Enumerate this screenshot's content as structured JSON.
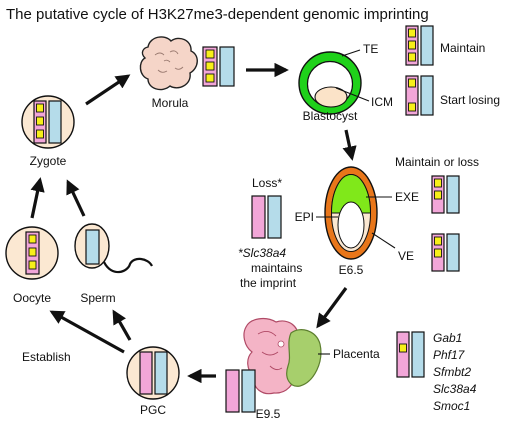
{
  "title": "The putative cycle of H3K27me3-dependent genomic imprinting",
  "stages": {
    "morula": "Morula",
    "blastocyst": "Blastocyst",
    "zygote": "Zygote",
    "oocyte": "Oocyte",
    "sperm": "Sperm",
    "pgc": "PGC",
    "e65": "E6.5",
    "e95": "E9.5"
  },
  "tissues": {
    "te": "TE",
    "icm": "ICM",
    "epi": "EPI",
    "exe": "EXE",
    "ve": "VE",
    "placenta": "Placenta"
  },
  "status": {
    "maintain": "Maintain",
    "start_losing": "Start losing",
    "maintain_or_loss": "Maintain or loss",
    "loss": "Loss*",
    "establish": "Establish"
  },
  "note": {
    "line1": "*Slc38a4",
    "line2": "maintains",
    "line3": "the imprint"
  },
  "genes": [
    "Gab1",
    "Phf17",
    "Sfmbt2",
    "Slc38a4",
    "Smoc1"
  ],
  "colors": {
    "maternal": "#f2a6d8",
    "paternal": "#b5dcea",
    "mark": "#f7ef1a",
    "cell": "#fbe8d2",
    "te_green": "#1fd11a",
    "exe_green": "#80e81a",
    "orange": "#e8761a",
    "embryo_pink": "#f4b4c6",
    "placenta_green": "#a7cf6c"
  }
}
